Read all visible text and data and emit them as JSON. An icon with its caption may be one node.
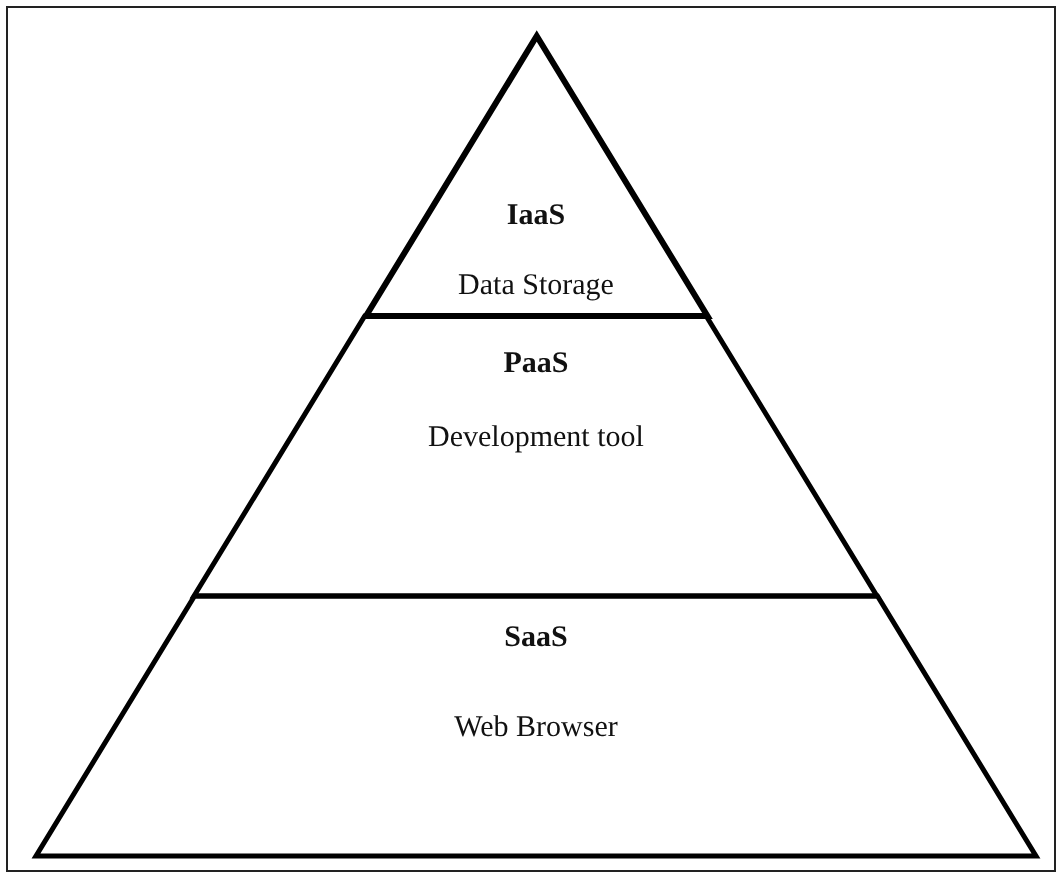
{
  "diagram": {
    "nodes": [
      {
        "text": [
          "IaaS",
          "Data Storage"
        ]
      },
      {
        "text": [
          "PaaS",
          "Development tool"
        ]
      },
      {
        "text": [
          "SaaS",
          "Web Browser"
        ]
      }
    ]
  }
}
